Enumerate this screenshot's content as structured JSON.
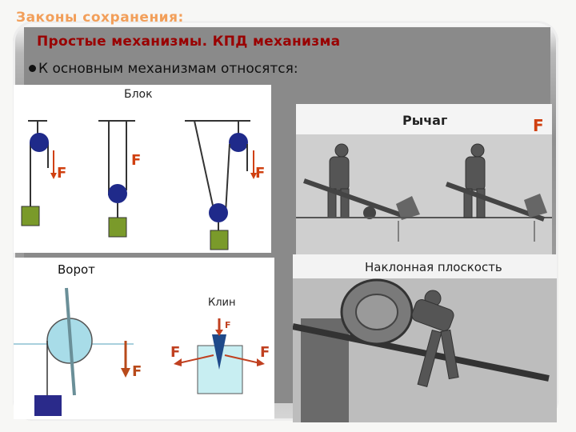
{
  "section_title": "Законы сохранения:",
  "slide_title": "Простые механизмы. КПД механизма",
  "bullet_text": "К основным механизмам относятся:",
  "panels": {
    "block": {
      "title": "Блок",
      "force_label": "F"
    },
    "lever": {
      "title": "Рычаг",
      "force_label": "F"
    },
    "winch": {
      "title": "Ворот",
      "force_label": "F"
    },
    "wedge": {
      "title": "Клин",
      "force_label": "F"
    },
    "incline": {
      "title": "Наклонная плоскость"
    }
  },
  "colors": {
    "section_title": "#f29f5a",
    "slide_title": "#990000",
    "pulley": "#1f2a8a",
    "weight_green": "#7a9a2a",
    "force_red": "#d04010",
    "winch_weight": "#2a2a8a",
    "winch_drum": "#a8dce8"
  }
}
